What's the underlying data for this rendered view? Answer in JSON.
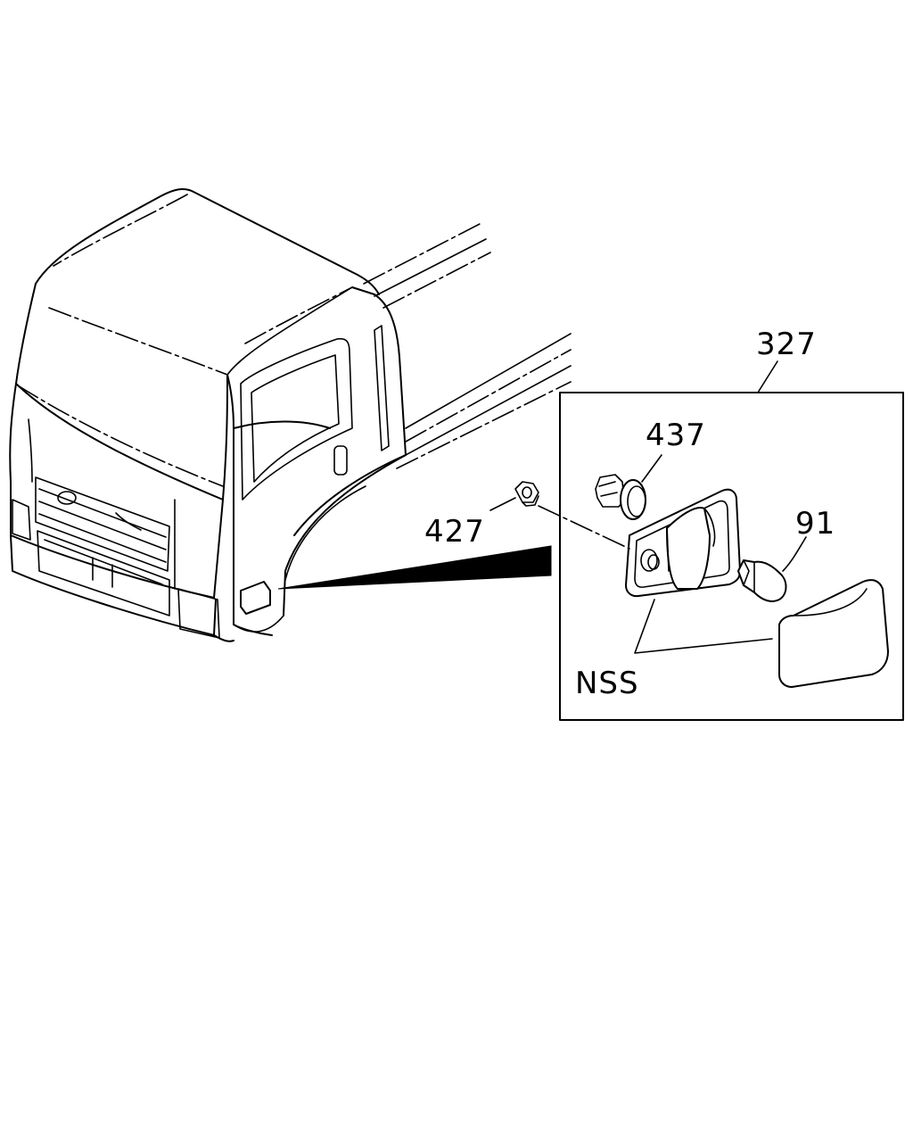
{
  "labels": {
    "assembly": "327",
    "bulb_socket": "437",
    "nut": "427",
    "bulb": "91",
    "not_sold_separately": "NSS"
  },
  "colors": {
    "ink": "#000000",
    "paper": "#ffffff"
  }
}
